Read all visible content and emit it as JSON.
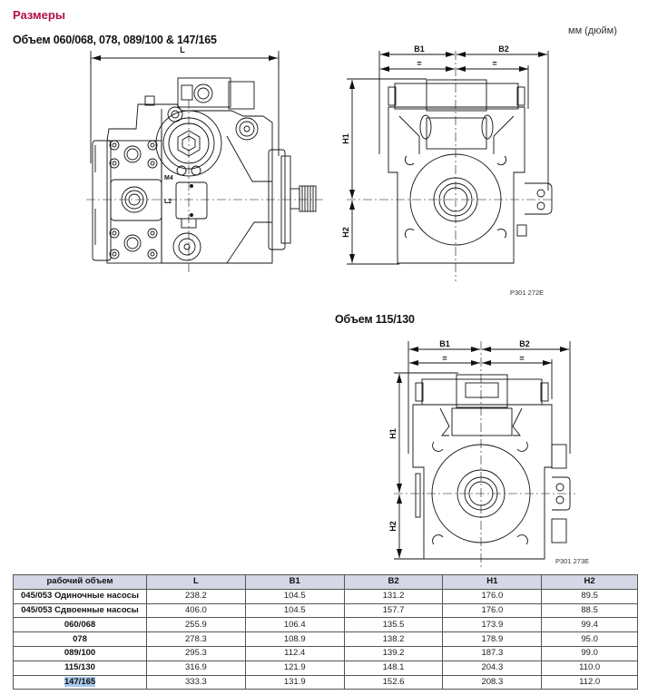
{
  "section_title": "Размеры",
  "units_label": "мм (дюйм)",
  "figure1": {
    "title": "Объем 060/068, 078, 089/100 & 147/165",
    "side_view": {
      "dimension_label": "L",
      "port_labels": [
        "M4",
        "L2"
      ]
    },
    "front_view": {
      "dim_b1": "B1",
      "dim_b2": "B2",
      "equal_sign": "=",
      "dim_h1": "H1",
      "dim_h2": "H2"
    },
    "drawing_code": "P301 272E"
  },
  "figure2": {
    "title": "Объем 115/130",
    "front_view": {
      "dim_b1": "B1",
      "dim_b2": "B2",
      "equal_sign": "=",
      "dim_h1": "H1",
      "dim_h2": "H2"
    },
    "drawing_code": "P301 273E"
  },
  "table": {
    "headers": [
      "рабочий объем",
      "L",
      "B1",
      "B2",
      "H1",
      "H2"
    ],
    "rows": [
      {
        "name": "045/053 Одиночные насосы",
        "L": "238.2",
        "B1": "104.5",
        "B2": "131.2",
        "H1": "176.0",
        "H2": "89.5"
      },
      {
        "name": "045/053 Сдвоенные насосы",
        "L": "406.0",
        "B1": "104.5",
        "B2": "157.7",
        "H1": "176.0",
        "H2": "88.5"
      },
      {
        "name": "060/068",
        "L": "255.9",
        "B1": "106.4",
        "B2": "135.5",
        "H1": "173.9",
        "H2": "99.4"
      },
      {
        "name": "078",
        "L": "278.3",
        "B1": "108.9",
        "B2": "138.2",
        "H1": "178.9",
        "H2": "95.0"
      },
      {
        "name": "089/100",
        "L": "295.3",
        "B1": "112.4",
        "B2": "139.2",
        "H1": "187.3",
        "H2": "99.0"
      },
      {
        "name": "115/130",
        "L": "316.9",
        "B1": "121.9",
        "B2": "148.1",
        "H1": "204.3",
        "H2": "110.0"
      },
      {
        "name": "147/165",
        "L": "333.3",
        "B1": "131.9",
        "B2": "152.6",
        "H1": "208.3",
        "H2": "112.0",
        "selected": true
      }
    ]
  }
}
